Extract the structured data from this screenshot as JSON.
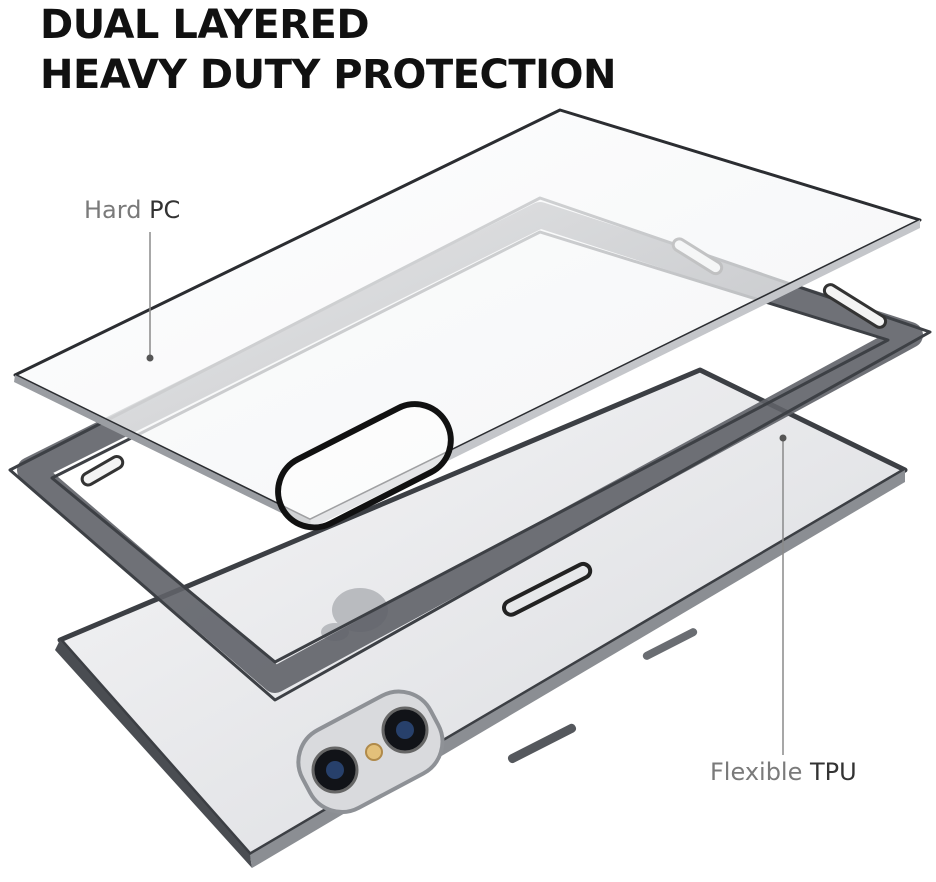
{
  "headline": {
    "line1": "DUAL LAYERED",
    "line2": "HEAVY DUTY PROTECTION"
  },
  "callouts": {
    "hard_pc": {
      "light": "Hard",
      "bold": "PC"
    },
    "flexible_tpu": {
      "light": "Flexible",
      "bold": "TPU"
    }
  },
  "colors": {
    "headline": "#111111",
    "callout_light": "#7a7a7a",
    "callout_bold": "#333333",
    "tpu_bumper": "#6a6d73",
    "phone_body": "#e9eaec",
    "leader_line": "#8a8a8a"
  }
}
